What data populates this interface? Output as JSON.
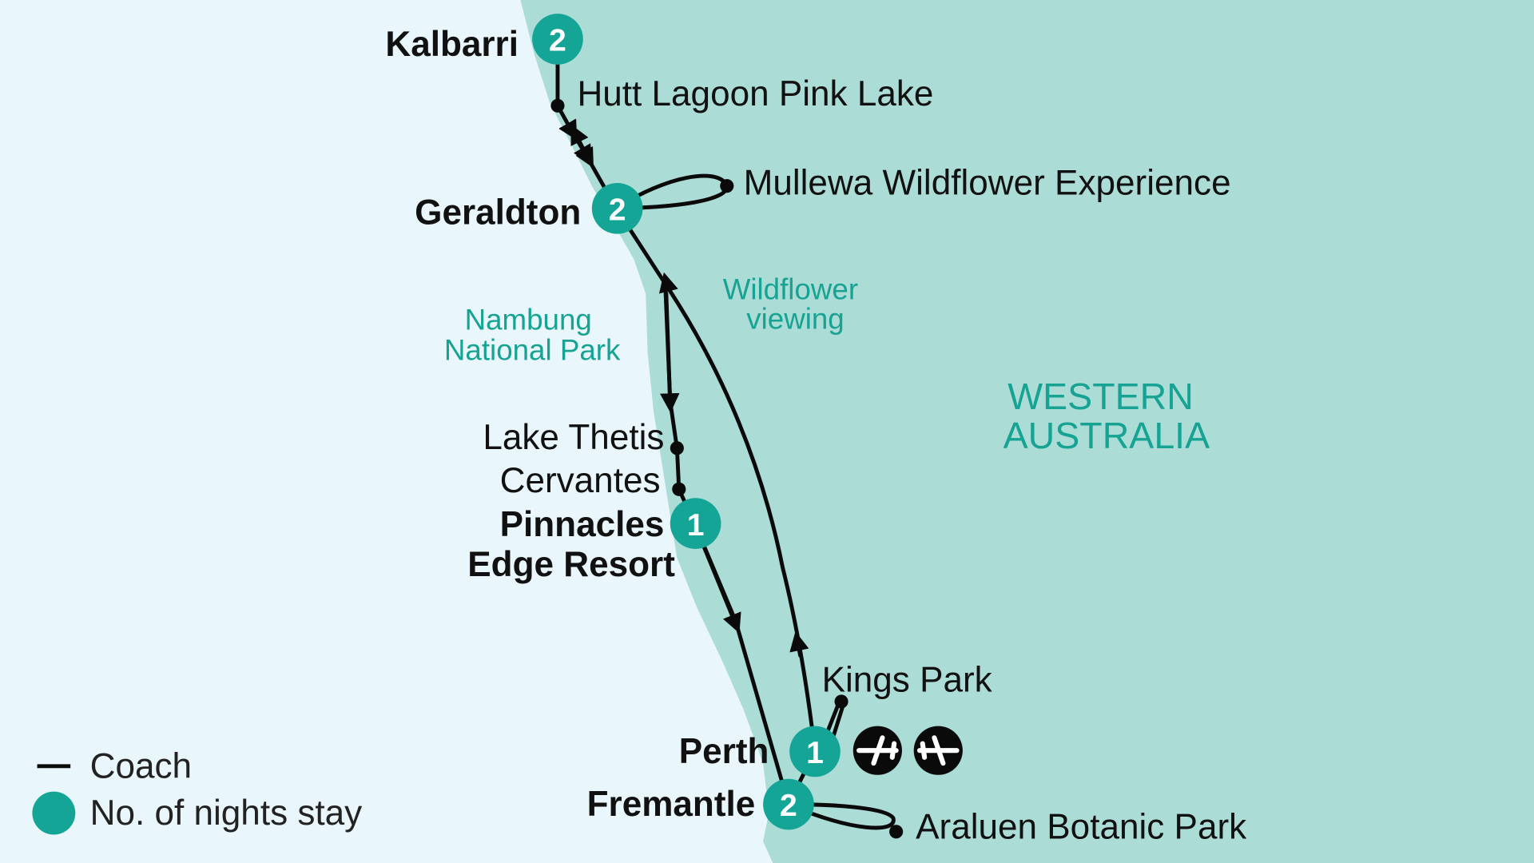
{
  "map": {
    "region_label": [
      "WESTERN",
      "AUSTRALIA"
    ],
    "areas": {
      "nambung": [
        "Nambung",
        "National Park"
      ],
      "wildflower": [
        "Wildflower",
        "viewing"
      ]
    },
    "overnights": [
      {
        "name": "Kalbarri",
        "nights": "2"
      },
      {
        "name": "Geraldton",
        "nights": "2"
      },
      {
        "name": [
          "Pinnacles",
          "Edge Resort"
        ],
        "nights": "1"
      },
      {
        "name": "Perth",
        "nights": "1"
      },
      {
        "name": "Fremantle",
        "nights": "2"
      }
    ],
    "stops": [
      "Hutt Lagoon Pink Lake",
      "Mullewa Wildflower Experience",
      "Lake Thetis",
      "Cervantes",
      "Kings Park",
      "Araluen Botanic Park"
    ],
    "flight_icons": [
      "flight-arrival-icon",
      "flight-departure-icon"
    ],
    "legend": {
      "coach": "Coach",
      "nights": "No. of nights stay"
    },
    "colors": {
      "sea": "#e9f6fb",
      "land": "#acdcd6",
      "accent": "#14a596",
      "route": "#0a0a0a"
    }
  }
}
